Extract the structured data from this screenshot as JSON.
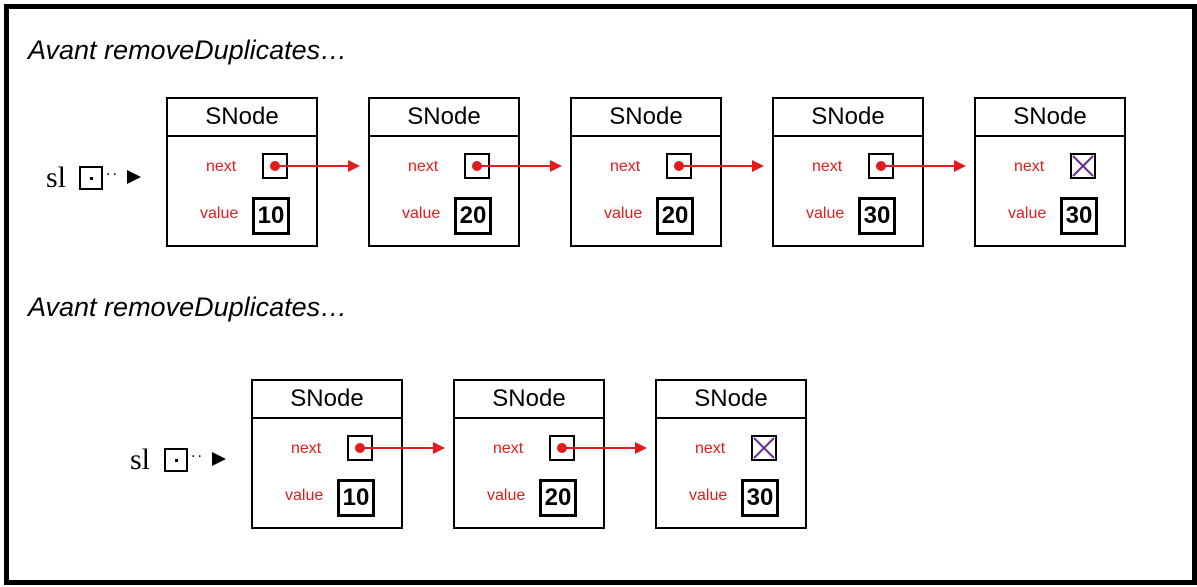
{
  "top": {
    "title": "Avant removeDuplicates…",
    "list_var": "sl",
    "nodes": [
      {
        "header": "SNode",
        "next": "next",
        "value_label": "value",
        "value": "10",
        "next_is_null": false
      },
      {
        "header": "SNode",
        "next": "next",
        "value_label": "value",
        "value": "20",
        "next_is_null": false
      },
      {
        "header": "SNode",
        "next": "next",
        "value_label": "value",
        "value": "20",
        "next_is_null": false
      },
      {
        "header": "SNode",
        "next": "next",
        "value_label": "value",
        "value": "30",
        "next_is_null": false
      },
      {
        "header": "SNode",
        "next": "next",
        "value_label": "value",
        "value": "30",
        "next_is_null": true
      }
    ]
  },
  "bottom": {
    "title": "Avant removeDuplicates…",
    "list_var": "sl",
    "nodes": [
      {
        "header": "SNode",
        "next": "next",
        "value_label": "value",
        "value": "10",
        "next_is_null": false
      },
      {
        "header": "SNode",
        "next": "next",
        "value_label": "value",
        "value": "20",
        "next_is_null": false
      },
      {
        "header": "SNode",
        "next": "next",
        "value_label": "value",
        "value": "30",
        "next_is_null": true
      }
    ]
  },
  "colors": {
    "pointer": "#e11c1c",
    "null_cross": "#6a2c91",
    "outline": "#000000"
  }
}
